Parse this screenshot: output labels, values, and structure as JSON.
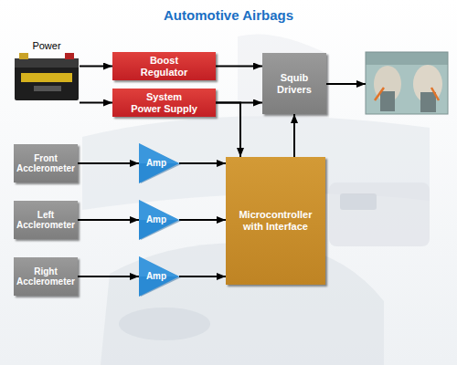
{
  "diagram": {
    "title": "Automotive Airbags",
    "nodes": [
      {
        "text": [
          "Power"
        ]
      },
      {
        "text": [
          "Boost Regulator"
        ]
      },
      {
        "text": [
          "System Power Supply"
        ]
      },
      {
        "text": [
          "Squib Drivers"
        ]
      },
      {
        "text": [
          "Front Acclerometer"
        ]
      },
      {
        "text": [
          "Amp"
        ]
      },
      {
        "text": [
          "Left Acclerometer"
        ]
      },
      {
        "text": [
          "Amp"
        ]
      },
      {
        "text": [
          "Right Acclerometer"
        ]
      },
      {
        "text": [
          "Amp"
        ]
      },
      {
        "text": [
          "Microcontroller with Interface"
        ]
      }
    ],
    "edges": [
      {
        "from": 0,
        "to": 1,
        "arrow": "to"
      },
      {
        "from": 0,
        "to": 2,
        "arrow": "to"
      },
      {
        "from": 1,
        "to": 3,
        "arrow": "to"
      },
      {
        "from": 2,
        "to": 3,
        "arrow": "to"
      },
      {
        "from": 2,
        "to": 10,
        "arrow": "to"
      },
      {
        "from": 10,
        "to": 3,
        "arrow": "to"
      },
      {
        "from": 4,
        "to": 5,
        "arrow": "to"
      },
      {
        "from": 5,
        "to": 10,
        "arrow": "to"
      },
      {
        "from": 6,
        "to": 7,
        "arrow": "to"
      },
      {
        "from": 7,
        "to": 10,
        "arrow": "to"
      },
      {
        "from": 8,
        "to": 9,
        "arrow": "to"
      },
      {
        "from": 9,
        "to": 10,
        "arrow": "to"
      }
    ]
  }
}
